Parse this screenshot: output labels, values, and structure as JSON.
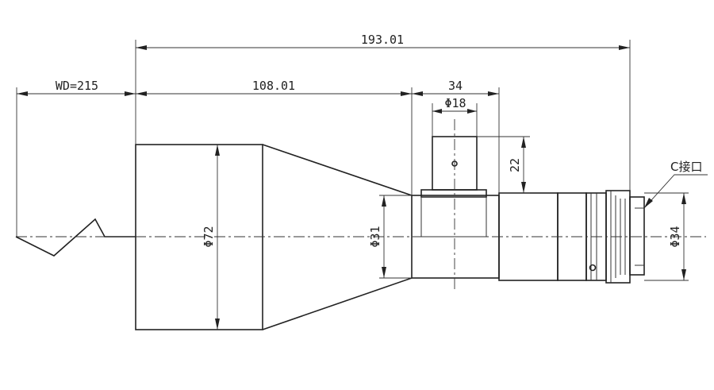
{
  "dimensions": {
    "total_length": "193.01",
    "working_distance": "WD=215",
    "front_length": "108.01",
    "side_port_width": "34",
    "side_port_diameter": "Φ18",
    "side_port_height": "22",
    "front_diameter": "Φ72",
    "body_diameter": "Φ31",
    "mount_diameter": "Φ34"
  },
  "callouts": {
    "mount": "C接口"
  }
}
